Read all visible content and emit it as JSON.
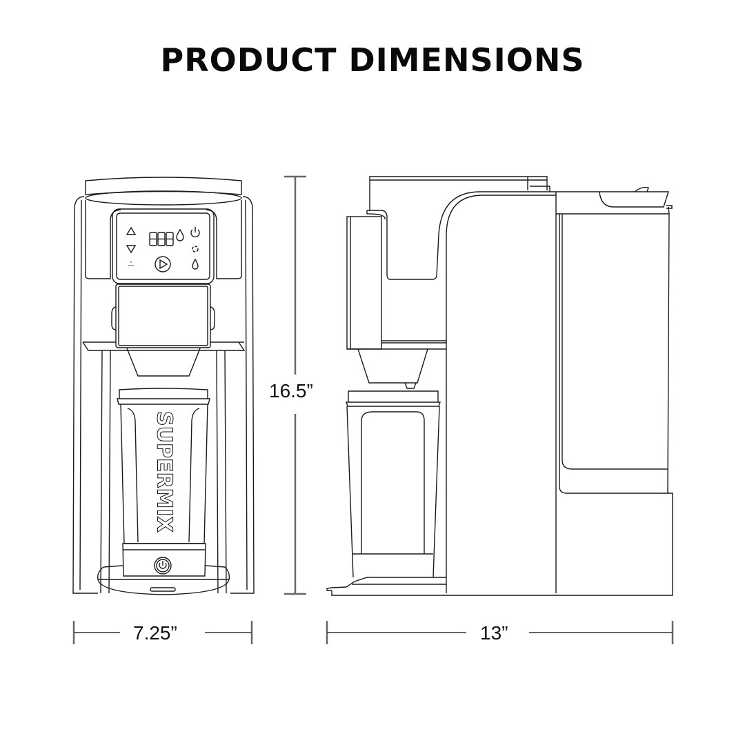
{
  "title": "PRODUCT DIMENSIONS",
  "product": {
    "brand_text": "SUPERMIX",
    "display_digits": "888"
  },
  "dimensions": {
    "height": "16.5”",
    "width": "7.25”",
    "depth": "13”"
  },
  "views": [
    {
      "name": "front-view",
      "control_panel_icons": [
        "up-arrow-icon",
        "down-arrow-icon",
        "dots-icon",
        "display-888",
        "water-drop-icon",
        "power-icon",
        "refresh-icon",
        "play-icon",
        "water-drop-icon"
      ]
    },
    {
      "name": "side-view"
    }
  ]
}
